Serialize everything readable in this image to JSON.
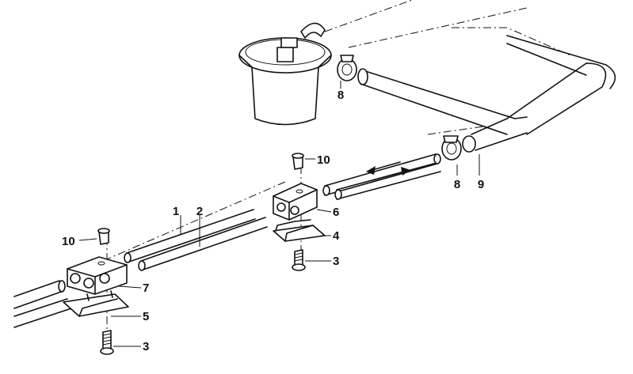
{
  "callouts": {
    "c1": "1",
    "c2": "2",
    "c3a": "3",
    "c3b": "3",
    "c4": "4",
    "c5": "5",
    "c6": "6",
    "c7": "7",
    "c8a": "8",
    "c8b": "8",
    "c9": "9",
    "c10a": "10",
    "c10b": "10"
  },
  "icons": {
    "flow_arrows": "double-arrow-icon"
  },
  "colors": {
    "line": "#111111",
    "background": "#ffffff"
  }
}
